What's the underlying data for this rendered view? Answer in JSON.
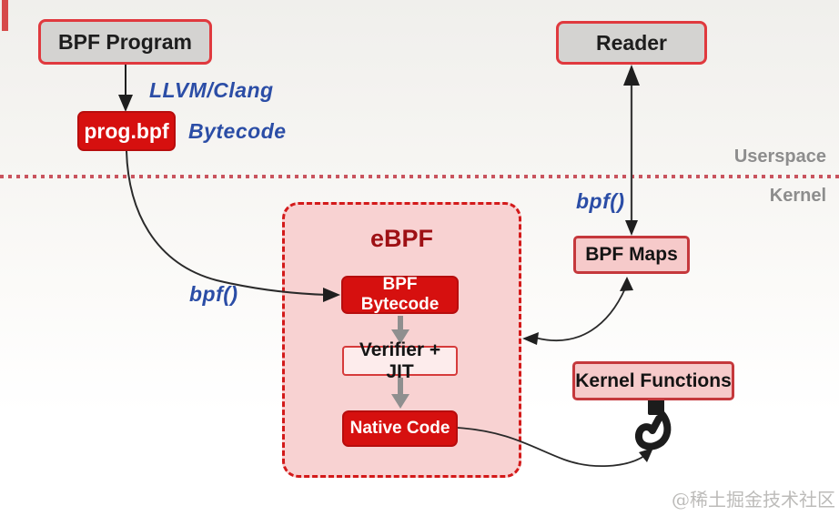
{
  "userspace": {
    "bpf_program_label": "BPF Program",
    "llvm_clang_label": "LLVM/Clang",
    "prog_bpf_label": "prog.bpf",
    "bytecode_label": "Bytecode",
    "reader_label": "Reader",
    "zone_label": "Userspace"
  },
  "kernel": {
    "zone_label": "Kernel",
    "ebpf_title": "eBPF",
    "bpf_bytecode_label": "BPF Bytecode",
    "verifier_jit_label": "Verifier + JIT",
    "native_code_label": "Native Code",
    "bpf_maps_label": "BPF Maps",
    "kernel_functions_label": "Kernel Functions",
    "bpf_syscall_left_label": "bpf()",
    "bpf_syscall_right_label": "bpf()"
  },
  "watermark": "@稀土掘金技术社区",
  "colors": {
    "accent_red": "#d6100f",
    "box_gray": "#d4d3d1",
    "box_border_red": "#e0393e",
    "panel_pink": "#f8d2d2",
    "pink_box": "#f6caca",
    "handwriting_blue": "#2b4da6",
    "zone_label_gray": "#8d8d8d",
    "divider_red": "#c9545e",
    "arrow_gray": "#8f8f8f"
  }
}
